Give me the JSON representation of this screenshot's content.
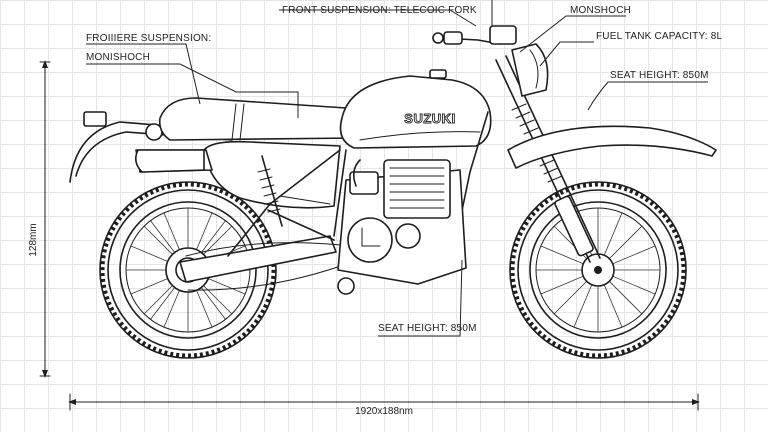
{
  "labels": {
    "front_suspension": "FRONT SUSPENSION: TELECOIC FORK",
    "rear_suspension": "FROIIIERE SUSPENSION:",
    "monoshock_left": "MONISHOCH",
    "monoshock_right": "MONSHOCH",
    "fuel_tank": "FUEL TANK CAPACITY: 8L",
    "seat_height_top": "SEAT HEIGHT: 850M",
    "seat_height_mid": "SEAT HEIGHT: 850M",
    "brand": "SUZUKI"
  },
  "dimensions": {
    "height": "128mm",
    "length": "1920x188nm"
  },
  "colors": {
    "ink": "#1e1e1e",
    "grid": "#e6e6e6",
    "background": "#ffffff"
  }
}
